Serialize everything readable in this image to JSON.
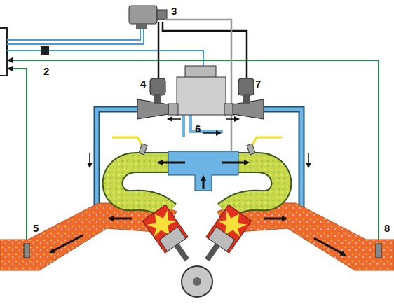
{
  "diagram": {
    "labels": [
      "3",
      "2",
      "4",
      "7",
      "6",
      "5",
      "8"
    ]
  }
}
